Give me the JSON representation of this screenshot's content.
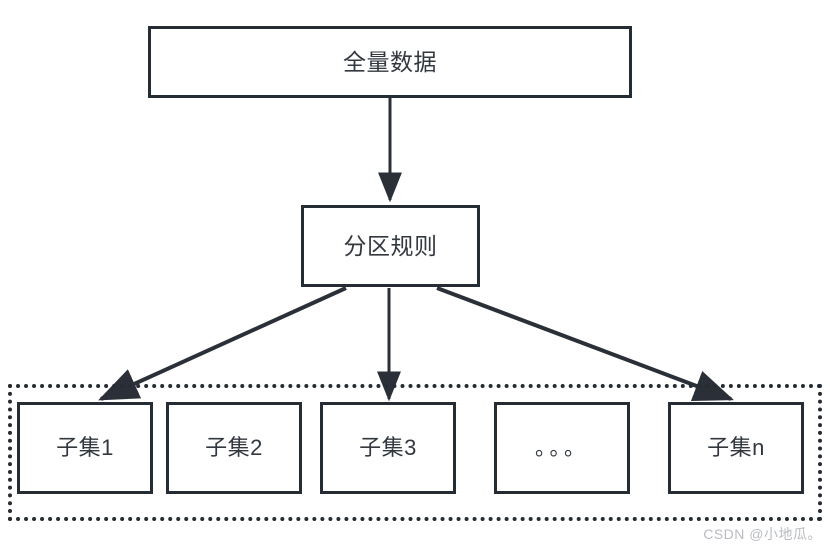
{
  "diagram": {
    "type": "flow-diagram",
    "title_node": {
      "id": "full-data",
      "label": "全量数据"
    },
    "rule_node": {
      "id": "partition-rule",
      "label": "分区规则"
    },
    "subset_group": {
      "border_style": "dotted",
      "items": [
        {
          "id": "subset-1",
          "label": "子集1"
        },
        {
          "id": "subset-2",
          "label": "子集2"
        },
        {
          "id": "subset-3",
          "label": "子集3"
        },
        {
          "id": "subset-4",
          "label": "。。。"
        },
        {
          "id": "subset-5",
          "label": "子集n"
        }
      ]
    },
    "edges": [
      {
        "from": "full-data",
        "to": "partition-rule",
        "style": "solid-arrow"
      },
      {
        "from": "partition-rule",
        "to": "subset-1",
        "style": "solid-arrow"
      },
      {
        "from": "partition-rule",
        "to": "subset-3",
        "style": "solid-arrow"
      },
      {
        "from": "partition-rule",
        "to": "subset-5",
        "style": "solid-arrow"
      }
    ]
  },
  "colors": {
    "stroke": "#262c33",
    "text": "#33383f",
    "background": "#ffffff",
    "watermark": "#b9bcc2"
  },
  "watermark": {
    "text": "CSDN @小地瓜。"
  }
}
